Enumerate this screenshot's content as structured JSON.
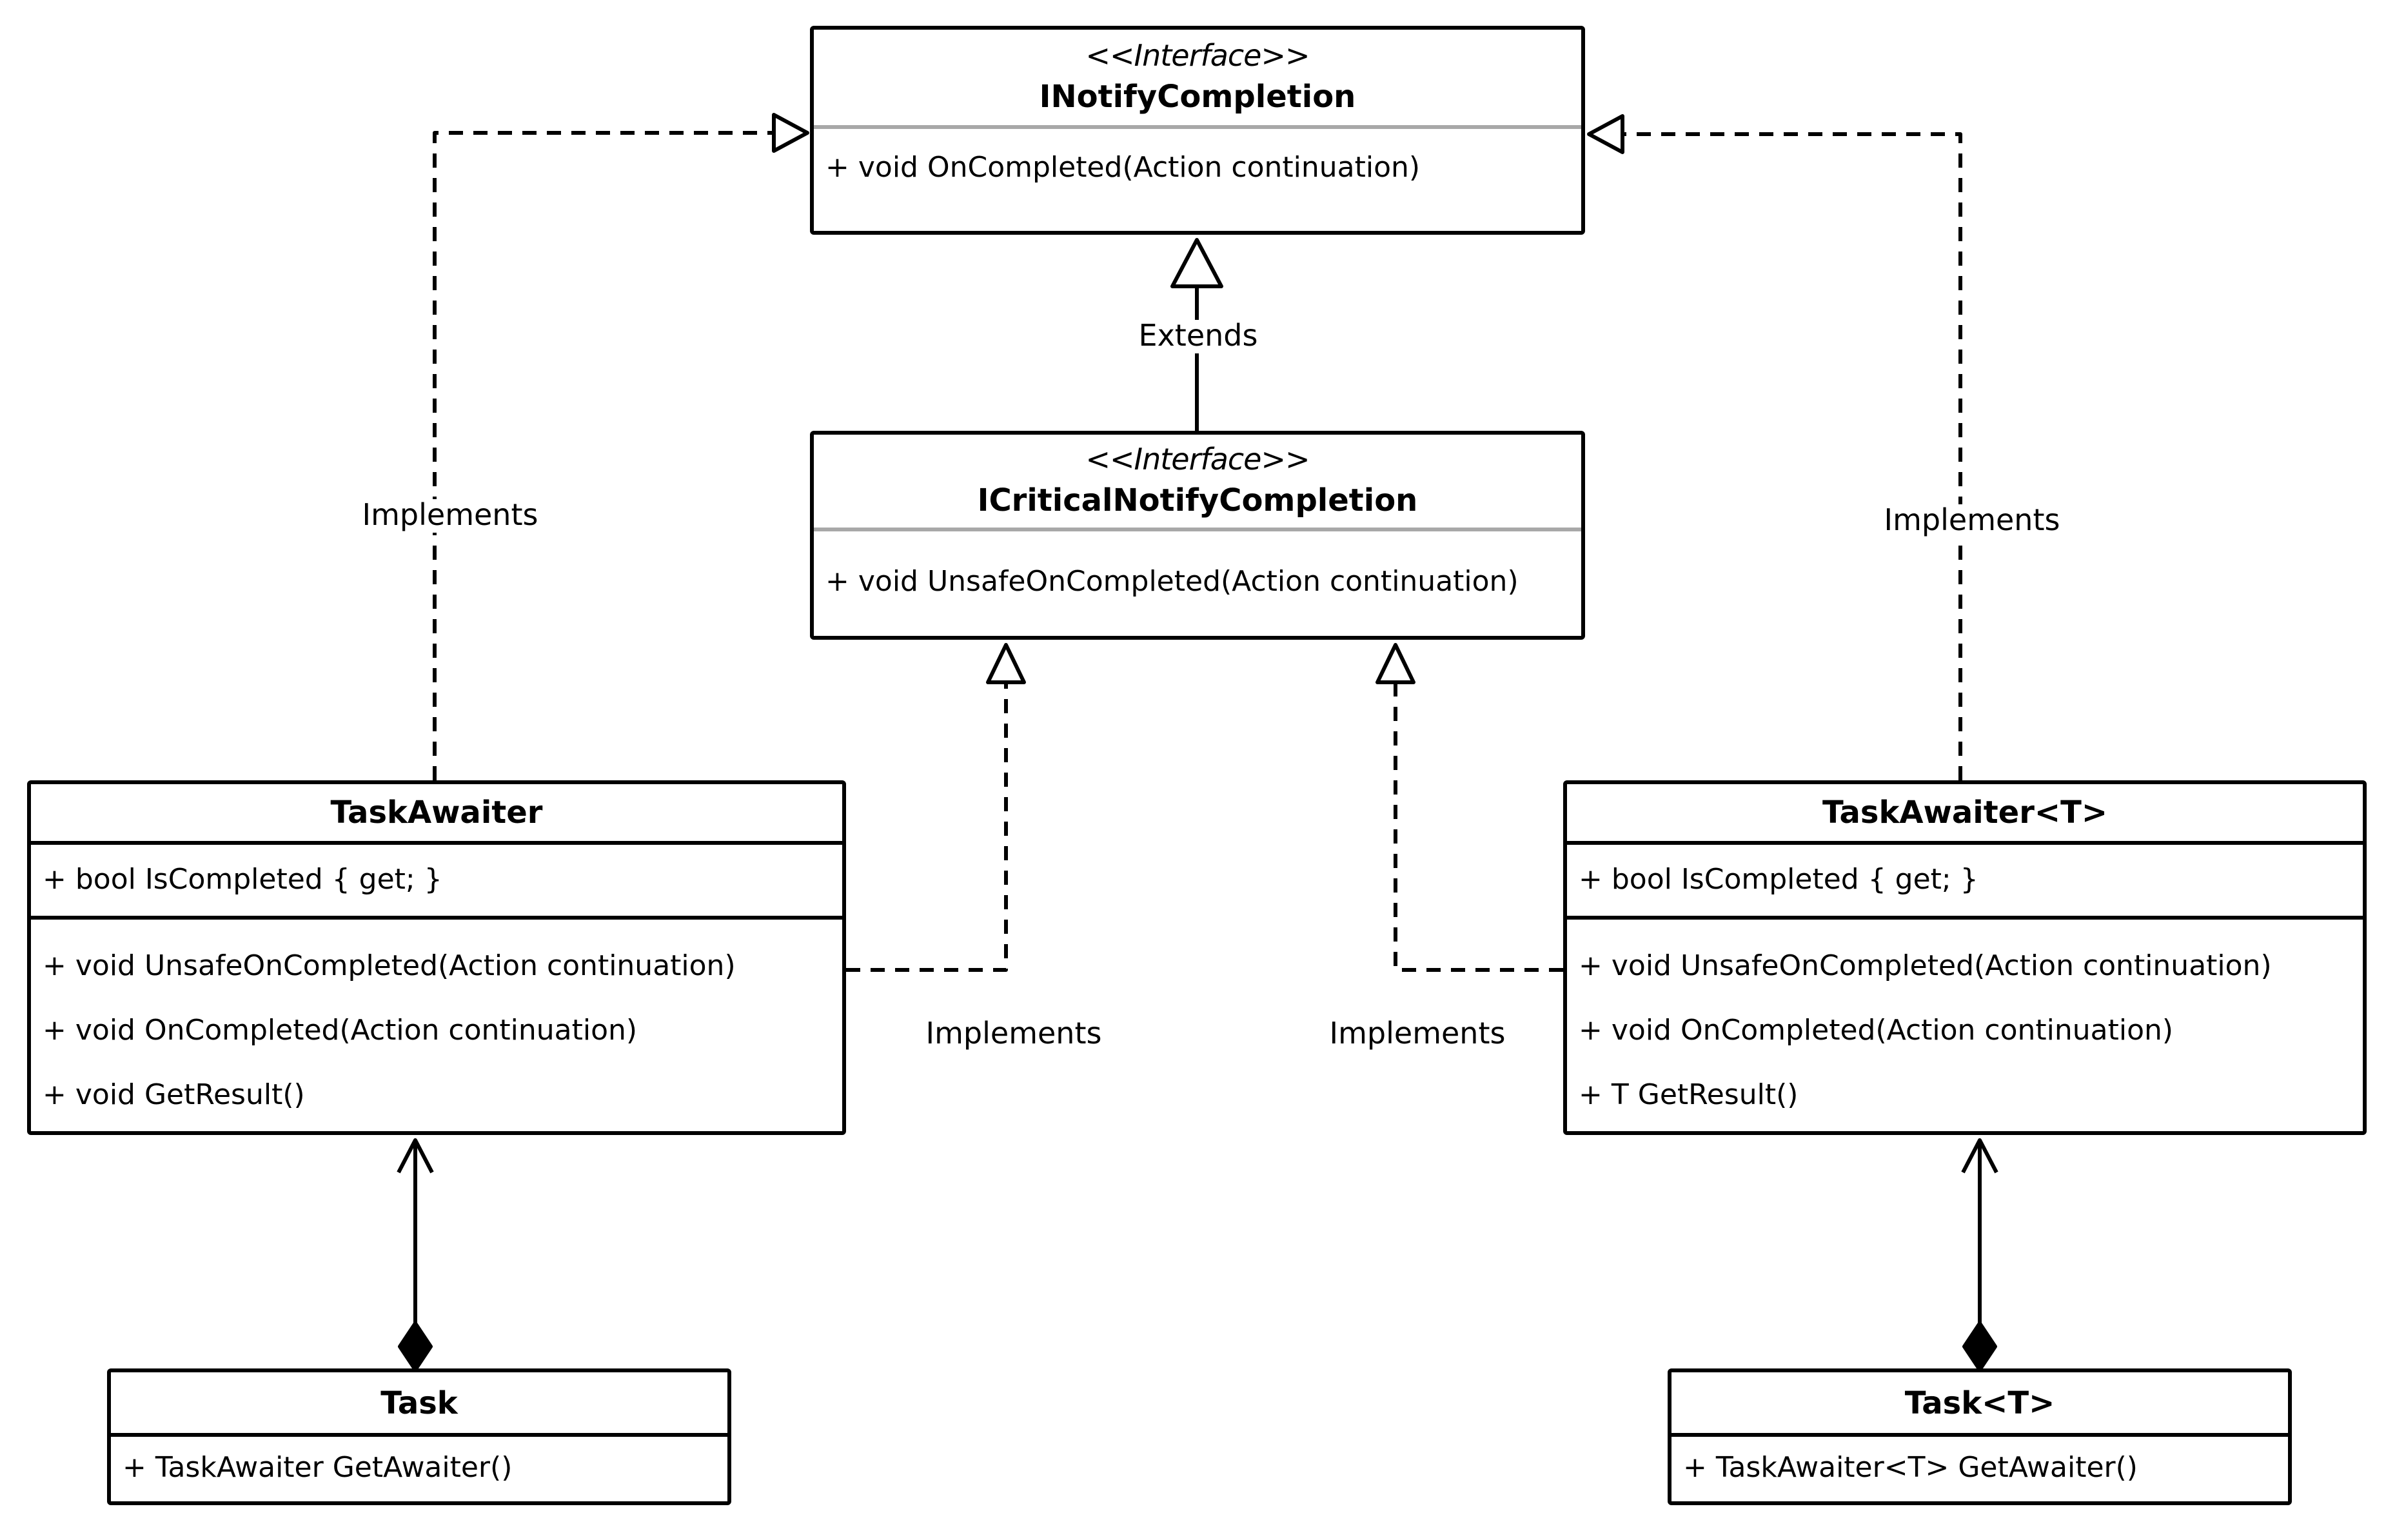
{
  "diagram": {
    "type": "uml-class-diagram",
    "colors": {
      "stroke": "#000000",
      "interface_divider": "#a8a8a8",
      "background": "#ffffff"
    },
    "nodes": [
      {
        "id": "INotifyCompletion",
        "stereotype": "<<Interface>>",
        "name": "INotifyCompletion",
        "properties": [],
        "methods": [
          "+ void OnCompleted(Action continuation)"
        ]
      },
      {
        "id": "ICriticalNotifyCompletion",
        "stereotype": "<<Interface>>",
        "name": "ICriticalNotifyCompletion",
        "properties": [],
        "methods": [
          "+ void UnsafeOnCompleted(Action continuation)"
        ]
      },
      {
        "id": "TaskAwaiter",
        "name": "TaskAwaiter",
        "properties": [
          "+ bool IsCompleted { get; }"
        ],
        "methods": [
          "+ void UnsafeOnCompleted(Action continuation)",
          "+ void OnCompleted(Action continuation)",
          "+ void GetResult()"
        ]
      },
      {
        "id": "TaskAwaiter<T>",
        "name": "TaskAwaiter<T>",
        "properties": [
          "+ bool IsCompleted { get; }"
        ],
        "methods": [
          "+ void UnsafeOnCompleted(Action continuation)",
          "+ void OnCompleted(Action continuation)",
          "+ T GetResult()"
        ]
      },
      {
        "id": "Task",
        "name": "Task",
        "properties": [],
        "methods": [
          "+ TaskAwaiter GetAwaiter()"
        ]
      },
      {
        "id": "Task<T>",
        "name": "Task<T>",
        "properties": [],
        "methods": [
          "+ TaskAwaiter<T> GetAwaiter()"
        ]
      }
    ],
    "edges": [
      {
        "label": "Extends",
        "type": "generalization",
        "from": "ICriticalNotifyCompletion",
        "to": "INotifyCompletion",
        "line": "solid"
      },
      {
        "label": "Implements",
        "type": "realization",
        "from": "TaskAwaiter",
        "to": "INotifyCompletion",
        "line": "dashed"
      },
      {
        "label": "Implements",
        "type": "realization",
        "from": "TaskAwaiter<T>",
        "to": "INotifyCompletion",
        "line": "dashed"
      },
      {
        "label": "Implements",
        "type": "realization",
        "from": "TaskAwaiter",
        "to": "ICriticalNotifyCompletion",
        "line": "dashed"
      },
      {
        "label": "Implements",
        "type": "realization",
        "from": "TaskAwaiter<T>",
        "to": "ICriticalNotifyCompletion",
        "line": "dashed"
      },
      {
        "type": "composition",
        "from": "Task",
        "to": "TaskAwaiter",
        "line": "solid"
      },
      {
        "type": "composition",
        "from": "Task<T>",
        "to": "TaskAwaiter<T>",
        "line": "solid"
      }
    ]
  }
}
